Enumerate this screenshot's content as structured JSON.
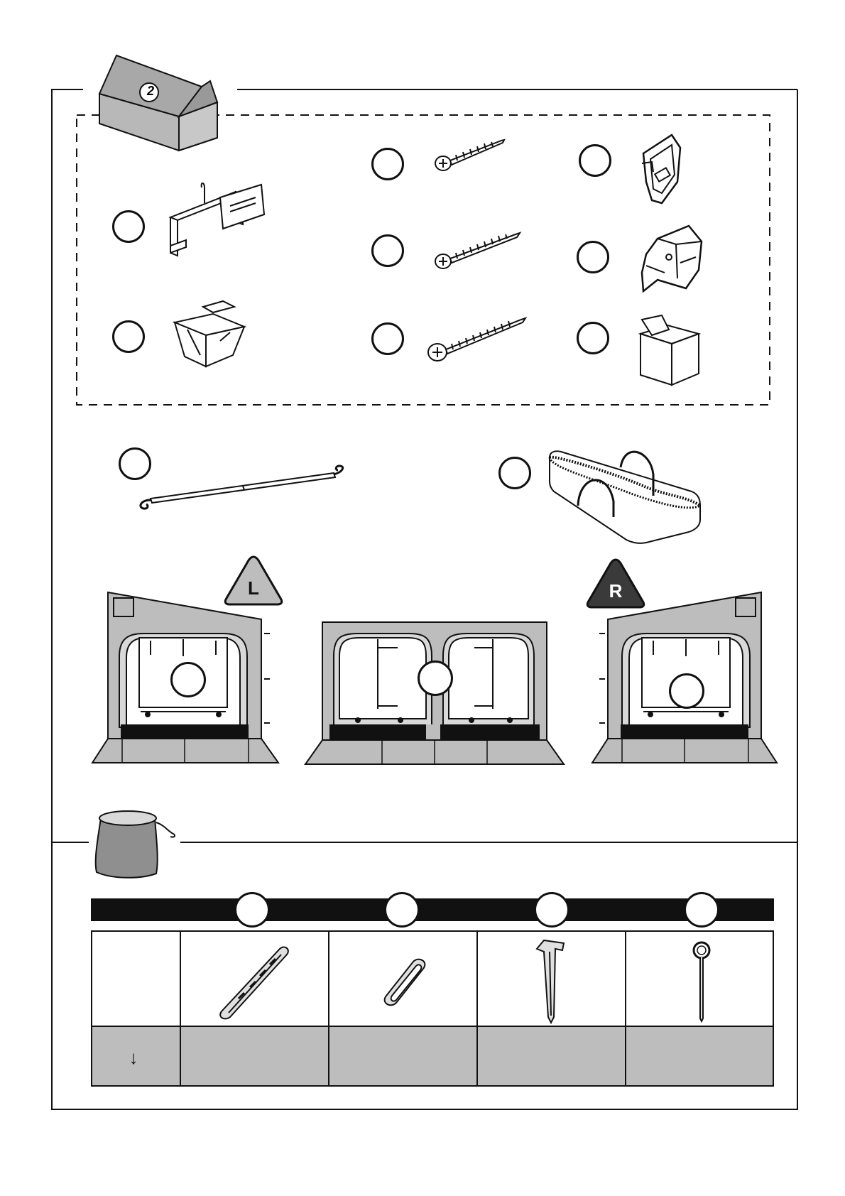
{
  "box": {
    "number": "2"
  },
  "panels": {
    "left_badge": "L",
    "right_badge": "R"
  },
  "table": {
    "arrow_symbol": "↓"
  },
  "colors": {
    "panel_gray": "#bdbdbd",
    "dark_gray": "#3a3a3a",
    "line": "#111111"
  },
  "icons": [
    "box-icon",
    "bracket-icon",
    "clip-icon",
    "screw-small-icon",
    "screw-medium-icon",
    "screw-large-icon",
    "strap-buckle-icon",
    "pole-holder-icon",
    "tape-roll-icon",
    "tension-pole-icon",
    "storage-bag-icon",
    "drawstring-bag-icon",
    "peg-strap-icon",
    "rubber-ring-icon",
    "tent-peg-icon",
    "pin-peg-icon"
  ]
}
